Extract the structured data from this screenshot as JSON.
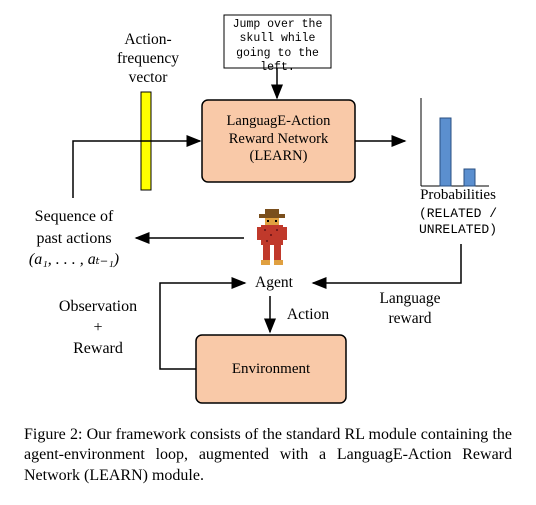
{
  "diagram": {
    "instruction": [
      "Jump over the",
      "skull while",
      "going to the left."
    ],
    "feature_label": [
      "Action-",
      "frequency",
      "vector"
    ],
    "learn_box": [
      "LanguagE-Action",
      "Reward Network",
      "(LEARN)"
    ],
    "probabilities": {
      "label": "Probabilities",
      "line2": "(RELATED /",
      "line3": "UNRELATED)"
    },
    "sequence_label": [
      "Sequence of",
      "past actions"
    ],
    "sequence_math": "(a₁, . . . , aₜ₋₁)",
    "agent_label": "Agent",
    "action_label": "Action",
    "observation_label": [
      "Observation",
      "+",
      "Reward"
    ],
    "language_reward_label": [
      "Language",
      "reward"
    ],
    "environment_box": "Environment",
    "bar_values": [
      1.0,
      0.25
    ],
    "colors": {
      "box_fill": "#f9c9a8",
      "bar_fill": "#5b8fcf",
      "vector_fill": "#ffff00"
    },
    "agent_icon": "agent-sprite-icon"
  },
  "caption": "Figure 2: Our framework consists of the standard RL module containing the agent-environment loop, augmented with a LanguagE-Action Reward Network (LEARN) module."
}
